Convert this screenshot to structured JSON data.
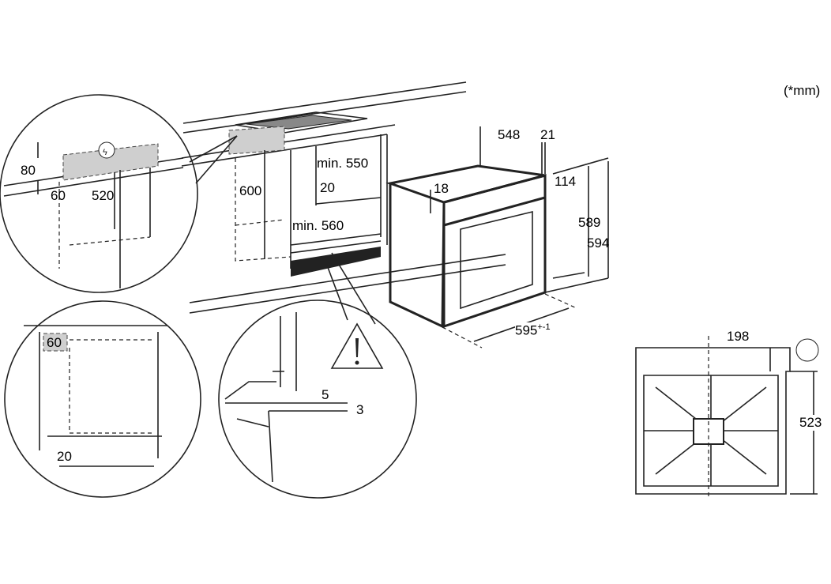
{
  "units_note": "(*mm)",
  "cabinet": {
    "height": "600",
    "depth_min": "min. 550",
    "gap": "20",
    "width_min": "min. 560"
  },
  "top_detail": {
    "top": "80",
    "depth": "60",
    "height": "520"
  },
  "side_detail": {
    "side": "60",
    "bottom": "20"
  },
  "floor_detail": {
    "gap": "5",
    "offset": "3"
  },
  "oven": {
    "depth": "548",
    "front": "21",
    "panel": "114",
    "top": "18",
    "height_a": "589",
    "height_b": "594",
    "width": "595",
    "width_tolerance": "+-1"
  },
  "top_view": {
    "offset": "198",
    "depth": "523"
  }
}
